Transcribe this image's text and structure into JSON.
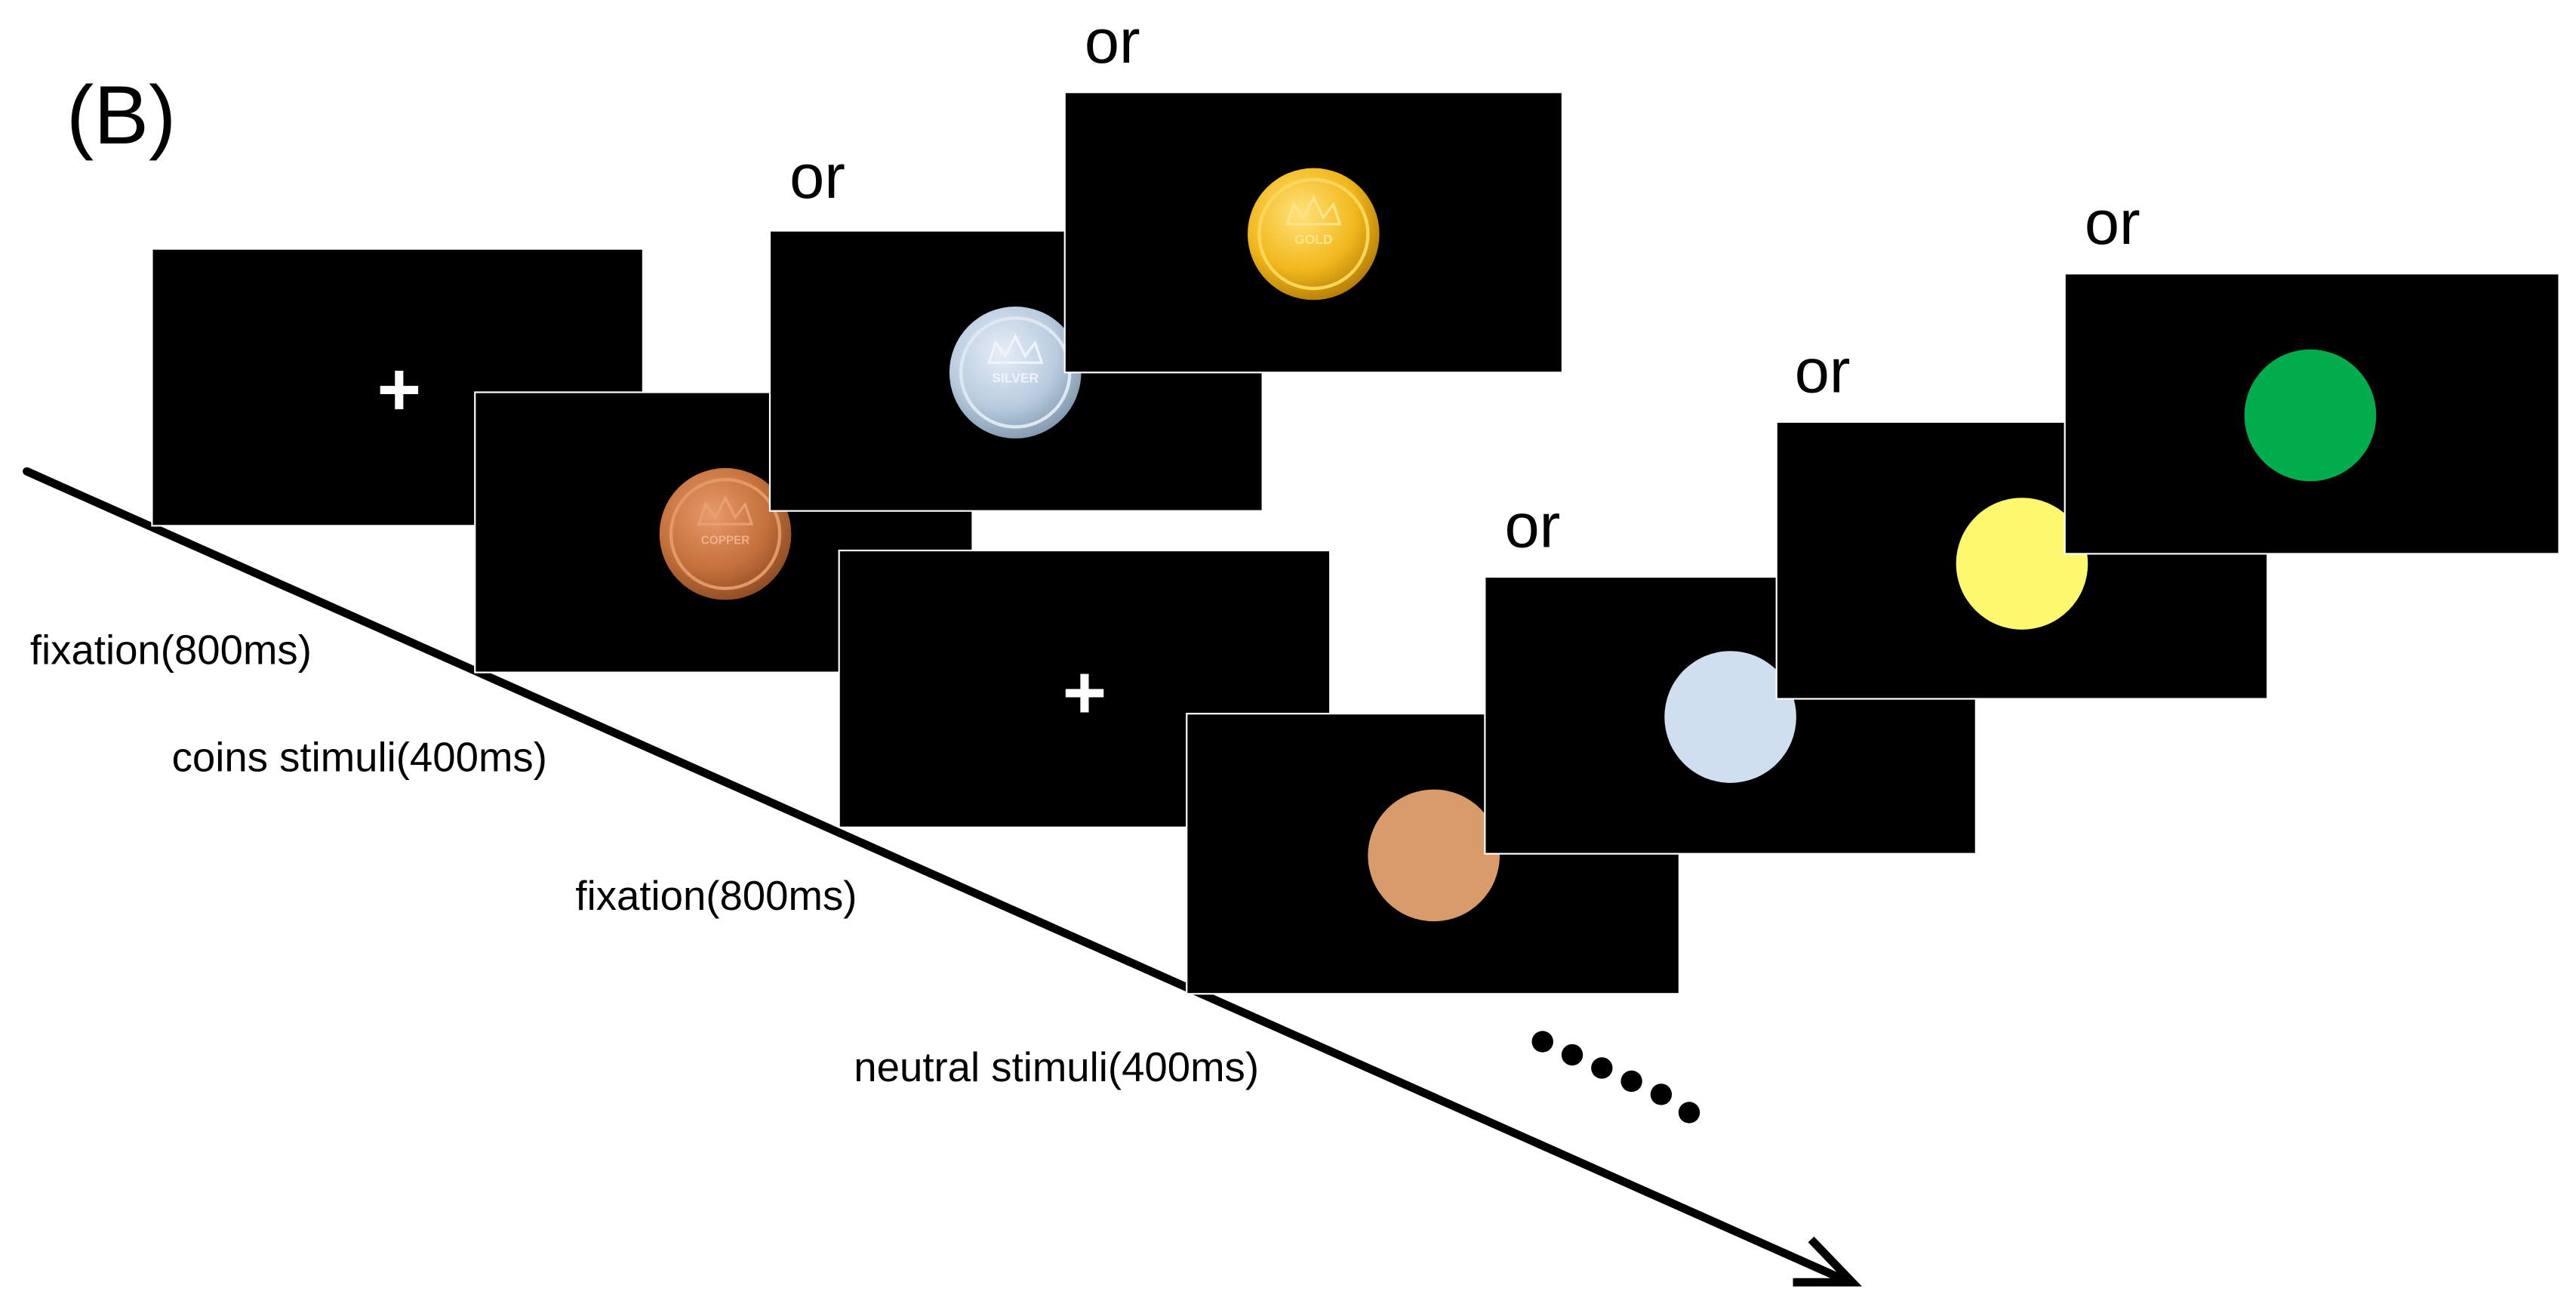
{
  "panel_label": "(B)",
  "or_label": "or",
  "fixation_symbol": "+",
  "coin_texts": {
    "copper": "COPPER",
    "silver": "SILVER",
    "gold": "GOLD"
  },
  "timeline_labels": {
    "fixation_1": "fixation(800ms)",
    "coins": "coins stimuli(400ms)",
    "fixation_2": "fixation(800ms)",
    "neutral": "neutral stimuli(400ms)"
  },
  "colors": {
    "background": "#ffffff",
    "screen": "#000000",
    "copper_coin": "#c4703b",
    "silver_coin": "#b8cbde",
    "gold_coin": "#f2b81d",
    "neutral_copper_disc": "#d89b6a",
    "neutral_silver_disc": "#cfdff0",
    "neutral_gold_disc": "#fdf86d",
    "neutral_green_disc": "#00ac4c"
  },
  "icons": {
    "arrow": "timeline-arrow",
    "ellipsis": "continuation-dots-icon"
  }
}
